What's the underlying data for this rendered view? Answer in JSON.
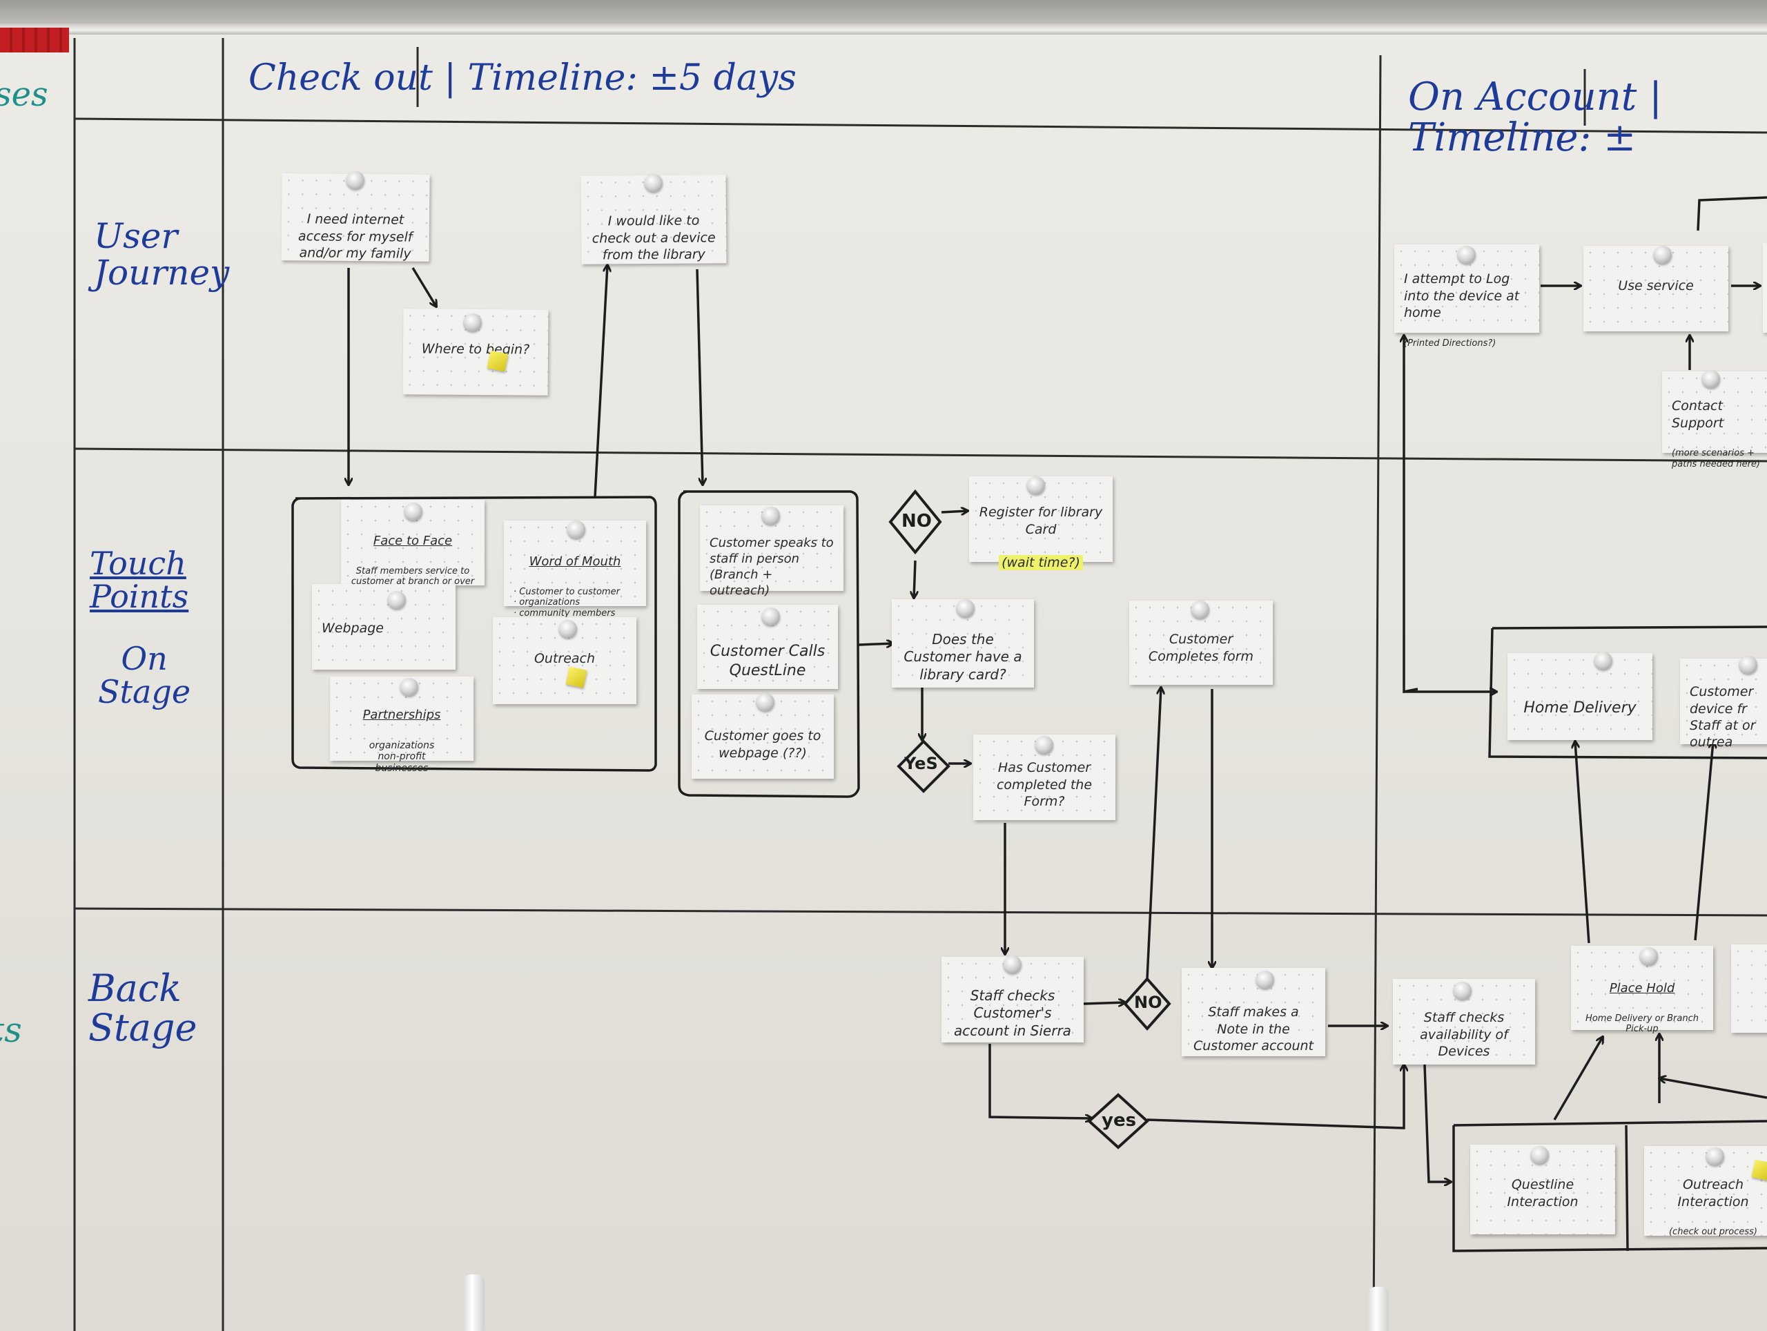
{
  "phases": {
    "checkout": "Check out | Timeline: ±5 days",
    "on_account": "On Account | Timeline: ±"
  },
  "lanes": {
    "user_journey": "User\nJourney",
    "touch_points": "Touch\nPoints",
    "on_stage": "On\nStage",
    "back_stage": "Back\nStage"
  },
  "edge_text": {
    "left_top": "ses",
    "left_back": "ts"
  },
  "cards": {
    "internet_access": "I need internet access for myself and/or my family",
    "where_to_begin": "Where to begin?",
    "check_out_device": "I would like to check out a device from the library",
    "face_to_face_title": "Face to Face",
    "face_to_face_body": "Staff members service to customer at branch or over phone",
    "word_of_mouth_title": "Word of Mouth",
    "word_of_mouth_body": "· Customer to customer\n· organizations\n· community members",
    "webpage": "Webpage",
    "outreach": "Outreach",
    "partnerships_title": "Partnerships",
    "partnerships_body": "organizations\nnon-profit\nbusinesses",
    "speaks_to_staff": "Customer speaks to staff in person (Branch + outreach)",
    "calls_questline": "Customer Calls QuestLine",
    "goes_to_webpage": "Customer goes to webpage (??)",
    "register_card": "Register for library Card",
    "register_wait": "(wait time?)",
    "has_library_card": "Does the Customer have a library card?",
    "completed_form": "Has Customer completed the Form?",
    "completes_form": "Customer Completes form",
    "staff_checks_sierra": "Staff checks Customer's account in Sierra",
    "staff_makes_note": "Staff makes a Note in the Customer account",
    "staff_checks_availability": "Staff checks availability of Devices",
    "log_into_device": "I attempt to Log into the device at home",
    "log_into_note": "(Printed Directions?)",
    "use_service": "Use service",
    "contact_support": "Contact Support",
    "contact_support_note": "(more scenarios + paths needed here)",
    "home_delivery": "Home Delivery",
    "customer_device": "Customer device fr Staff at or outrea",
    "place_hold_title": "Place Hold",
    "place_hold_body": "Home Delivery or Branch Pick-up",
    "questline_interaction": "Questline Interaction",
    "outreach_interaction": "Outreach Interaction",
    "outreach_interaction_note": "(check out process)"
  },
  "decisions": {
    "no_card": "NO",
    "yes_card": "YeS",
    "no_sierra": "NO",
    "yes_sierra": "yes"
  },
  "colors": {
    "marker_blue": "#1f3b9a",
    "marker_black": "#1d1d1d",
    "card": "#f2f2f0",
    "highlight": "#eef26a",
    "board": "#e9e8e3"
  }
}
